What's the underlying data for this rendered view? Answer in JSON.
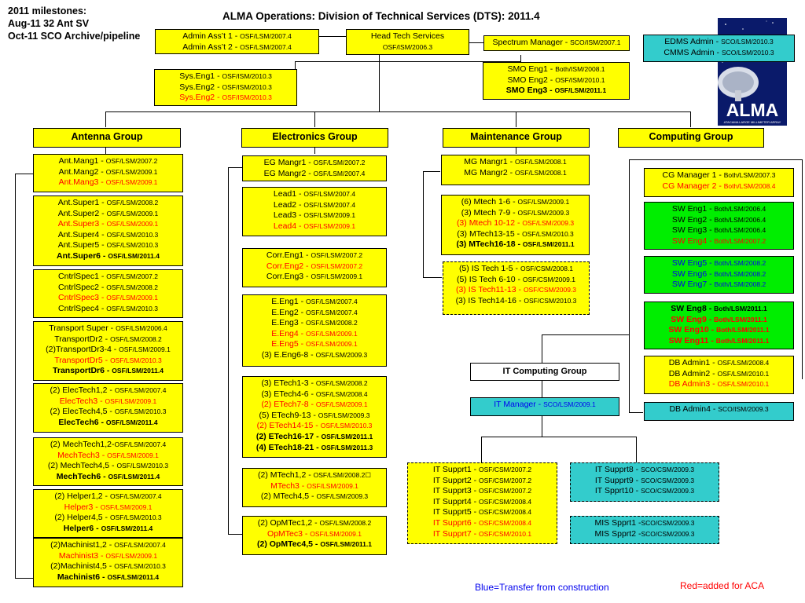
{
  "title": "ALMA Operations: Division of Technical Services (DTS): 2011.4",
  "milestones": [
    "2011 milestones:",
    "Aug-11 32 Ant SV",
    "Oct-11 SCO Archive/pipeline"
  ],
  "logo": {
    "text": "ALMA",
    "subtext": "ATACAMA LARGE MILLIMETER ARRAY"
  },
  "legend": {
    "blue": "Blue=Transfer from construction",
    "red": "Red=added for ACA"
  },
  "colors": {
    "yellow": "#ffff00",
    "green": "#00ee00",
    "teal": "#33cccc",
    "red": "#ff0000",
    "blue": "#0000ee",
    "logo": "#0a1a6a"
  },
  "groups": {
    "antenna": "Antenna Group",
    "electronics": "Electronics Group",
    "maintenance": "Maintenance Group",
    "computing": "Computing Group",
    "it_computing": "IT Computing Group"
  },
  "boxes": {
    "admin": [
      {
        "t": "Admin Ass’t 1 - ",
        "s": "OSF/LSM/2007.4"
      },
      {
        "t": "Admin Ass’t 2 - ",
        "s": "OSF/LSM/2007.4"
      }
    ],
    "head": [
      {
        "t": "Head Tech Services",
        "s": ""
      },
      {
        "t": "",
        "s": "OSF/ISM/2006.3"
      }
    ],
    "spectrum": [
      {
        "t": "Spectrum Manager - ",
        "s": "SCO/ISM/2007.1"
      }
    ],
    "edms": [
      {
        "t": "EDMS Admin - ",
        "s": "SCO/LSM/2010.3"
      },
      {
        "t": "CMMS Admin - ",
        "s": "SCO/LSM/2010.3"
      }
    ],
    "syseng": [
      {
        "t": "Sys.Eng1 - ",
        "s": "OSF/ISM/2010.3"
      },
      {
        "t": "Sys.Eng2 - ",
        "s": "OSF/ISM/2010.3"
      },
      {
        "t": "Sys.Eng2 - ",
        "s": "OSF/ISM/2010.3",
        "c": "red"
      }
    ],
    "smo": [
      {
        "t": "SMO Eng1 - ",
        "s": "Both/ISM/2008.1"
      },
      {
        "t": "SMO Eng2 - ",
        "s": "OSF/ISM/2010.1"
      },
      {
        "t": "SMO Eng3 - ",
        "s": "OSF/LSM/2011.1",
        "b": true
      }
    ],
    "ant1": [
      {
        "t": "Ant.Mang1 - ",
        "s": "OSF/LSM/2007.2"
      },
      {
        "t": "Ant.Mang2 - ",
        "s": "OSF/LSM/2009.1"
      },
      {
        "t": "Ant.Mang3 - ",
        "s": "OSF/LSM/2009.1",
        "c": "red"
      }
    ],
    "ant2": [
      {
        "t": "Ant.Super1 - ",
        "s": "OSF/LSM/2008.2"
      },
      {
        "t": "Ant.Super2 - ",
        "s": "OSF/LSM/2009.1"
      },
      {
        "t": "Ant.Super3 - ",
        "s": "OSF/LSM/2009.1",
        "c": "red"
      },
      {
        "t": "Ant.Super4 - ",
        "s": "OSF/LSM/2010.3"
      },
      {
        "t": "Ant.Super5 - ",
        "s": "OSF/LSM/2010.3"
      },
      {
        "t": "Ant.Super6 - ",
        "s": "OSF/LSM/2011.4",
        "b": true
      }
    ],
    "ant3": [
      {
        "t": "CntrlSpec1 - ",
        "s": "OSF/LSM/2007.2"
      },
      {
        "t": "CntrlSpec2 - ",
        "s": "OSF/LSM/2008.2"
      },
      {
        "t": "CntrlSpec3 - ",
        "s": "OSF/LSM/2009.1",
        "c": "red"
      },
      {
        "t": "CntrlSpec4 - ",
        "s": "OSF/LSM/2010.3"
      }
    ],
    "ant4": [
      {
        "t": "Transport Super - ",
        "s": "OSF/LSM/2006.4"
      },
      {
        "t": "TransportDr2 - ",
        "s": "OSF/LSM/2008.2"
      },
      {
        "t": "(2)TransportDr3-4 - ",
        "s": "OSF/LSM/2009.1"
      },
      {
        "t": "TransportDr5 - ",
        "s": "OSF/LSM/2010.3",
        "c": "red"
      },
      {
        "t": "TransportDr6 - ",
        "s": "OSF/LSM/2011.4",
        "b": true
      }
    ],
    "ant5": [
      {
        "t": "(2) ElecTech1,2 - ",
        "s": "OSF/LSM/2007.4"
      },
      {
        "t": "ElecTech3 - ",
        "s": "OSF/LSM/2009.1",
        "c": "red"
      },
      {
        "t": "(2) ElecTech4,5 - ",
        "s": "OSF/LSM/2010.3"
      },
      {
        "t": "ElecTech6 - ",
        "s": "OSF/LSM/2011.4",
        "b": true
      }
    ],
    "ant6": [
      {
        "t": "(2) MechTech1,2-",
        "s": "OSF/LSM/2007.4"
      },
      {
        "t": "MechTech3 - ",
        "s": "OSF/LSM/2009.1",
        "c": "red"
      },
      {
        "t": "(2) MechTech4,5 - ",
        "s": "OSF/LSM/2010.3"
      },
      {
        "t": "MechTech6 - ",
        "s": "OSF/LSM/2011.4",
        "b": true
      }
    ],
    "ant7": [
      {
        "t": "(2) Helper1,2 - ",
        "s": "OSF/LSM/2007.4"
      },
      {
        "t": "Helper3 - ",
        "s": "OSF/LSM/2009.1",
        "c": "red"
      },
      {
        "t": "(2) Helper4,5 - ",
        "s": "OSF/LSM/2010.3"
      },
      {
        "t": "Helper6 - ",
        "s": "OSF/LSM/2011.4",
        "b": true
      }
    ],
    "ant8": [
      {
        "t": "(2)Machinist1,2 - ",
        "s": "OSF/LSM/2007.4"
      },
      {
        "t": "Machinist3 - ",
        "s": "OSF/LSM/2009.1",
        "c": "red"
      },
      {
        "t": "(2)Machinist4,5 - ",
        "s": "OSF/LSM/2010.3"
      },
      {
        "t": "Machinist6 - ",
        "s": "OSF/LSM/2011.4",
        "b": true
      }
    ],
    "elec1": [
      {
        "t": "EG Mangr1 - ",
        "s": "OSF/LSM/2007.2"
      },
      {
        "t": "EG Mangr2 - ",
        "s": "OSF/LSM/2007.4"
      }
    ],
    "elec2": [
      {
        "t": "Lead1 - ",
        "s": "OSF/LSM/2007.4"
      },
      {
        "t": "Lead2 - ",
        "s": "OSF/LSM/2007.4"
      },
      {
        "t": "Lead3 - ",
        "s": "OSF/LSM/2009.1"
      },
      {
        "t": "Lead4 - ",
        "s": "OSF/LSM/2009.1",
        "c": "red"
      }
    ],
    "elec3": [
      {
        "t": "Corr.Eng1 - ",
        "s": "OSF/LSM/2007.2"
      },
      {
        "t": "Corr.Eng2 - ",
        "s": "OSF/LSM/2007.2",
        "c": "red"
      },
      {
        "t": "Corr.Eng3 - ",
        "s": "OSF/LSM/2009.1"
      }
    ],
    "elec4": [
      {
        "t": "E.Eng1 - ",
        "s": "OSF/LSM/2007.4"
      },
      {
        "t": "E.Eng2 - ",
        "s": "OSF/LSM/2007.4"
      },
      {
        "t": "E.Eng3 - ",
        "s": "OSF/LSM/2008.2"
      },
      {
        "t": "E.Eng4 - ",
        "s": "OSF/LSM/2009.1",
        "c": "red"
      },
      {
        "t": "E.Eng5 - ",
        "s": "OSF/LSM/2009.1",
        "c": "red"
      },
      {
        "t": "(3) E.Eng6-8 - ",
        "s": "OSF/LSM/2009.3"
      }
    ],
    "elec5": [
      {
        "t": "(3) ETech1-3 - ",
        "s": "OSF/LSM/2008.2"
      },
      {
        "t": "(3) ETech4-6 - ",
        "s": "OSF/LSM/2008.4"
      },
      {
        "t": "(2) ETech7-8 - ",
        "s": "OSF/LSM/2009.1",
        "c": "red"
      },
      {
        "t": "(5) ETech9-13 - ",
        "s": "OSF/LSM/2009.3"
      },
      {
        "t": "(2) ETech14-15 - ",
        "s": "OSF/LSM/2010.3",
        "c": "red"
      },
      {
        "t": "(2) ETech16-17 - ",
        "s": "OSF/LSM/2011.1",
        "b": true
      },
      {
        "t": "(4) ETech18-21 - ",
        "s": "OSF/LSM/2011.3",
        "b": true
      }
    ],
    "elec6": [
      {
        "t": "(2) MTech1,2 - ",
        "s": "OSF/LSM/2008.2☐"
      },
      {
        "t": "MTech3 - ",
        "s": "OSF/LSM/2009.1",
        "c": "red"
      },
      {
        "t": "(2) MTech4,5 - ",
        "s": "OSF/LSM/2009.3"
      }
    ],
    "elec7": [
      {
        "t": "(2) OpMTec1,2 - ",
        "s": "OSF/LSM/2008.2"
      },
      {
        "t": "OpMTec3 - ",
        "s": "OSF/LSM/2009.1",
        "c": "red"
      },
      {
        "t": "(2) OpMTec4,5 - ",
        "s": "OSF/LSM/2011.1",
        "b": true
      }
    ],
    "mnt1": [
      {
        "t": "MG Mangr1 - ",
        "s": "OSF/LSM/2008.1"
      },
      {
        "t": "MG Mangr2 - ",
        "s": "OSF/LSM/2008.1"
      }
    ],
    "mnt2": [
      {
        "t": "(6) Mtech 1-6 - ",
        "s": "OSF/LSM/2009.1"
      },
      {
        "t": "(3) Mtech 7-9 - ",
        "s": "OSF/LSM/2009.3"
      },
      {
        "t": "(3) Mtech 10-12 - ",
        "s": "OSF/LSM/2009.3",
        "c": "red"
      },
      {
        "t": "(3) MTech13-15 - ",
        "s": "OSF/LSM/2010.3"
      },
      {
        "t": "(3) MTech16-18 - ",
        "s": "OSF/LSM/2011.1",
        "b": true
      }
    ],
    "mnt3": [
      {
        "t": "(5) IS Tech 1-5 - ",
        "s": "OSF/CSM/2008.1"
      },
      {
        "t": "(5) IS Tech 6-10 - ",
        "s": "OSF/CSM/2009.1"
      },
      {
        "t": "(3) IS Tech11-13 - ",
        "s": "OSF/CSM/2009.3",
        "c": "red"
      },
      {
        "t": "(3) IS Tech14-16 - ",
        "s": "OSF/CSM/2010.3"
      }
    ],
    "cmp1": [
      {
        "t": "CG Manager 1 - ",
        "s": "Both/LSM/2007.3"
      },
      {
        "t": "CG Manager 2 - ",
        "s": "Both/LSM/2008.4",
        "c": "red"
      }
    ],
    "cmp2": [
      {
        "t": "SW Eng1 - ",
        "s": "Both/LSM/2006.4"
      },
      {
        "t": "SW Eng2 - ",
        "s": "Both/LSM/2006.4"
      },
      {
        "t": "SW Eng3 - ",
        "s": "Both/LSM/2006.4"
      },
      {
        "t": "SW Eng4 - ",
        "s": "Both/LSM/2007.2",
        "c": "red"
      }
    ],
    "cmp3": [
      {
        "t": "SW Eng5 - ",
        "s": "Both/LSM/2008.2",
        "c": "blue"
      },
      {
        "t": "SW Eng6 - ",
        "s": "Both/LSM/2008.2",
        "c": "blue"
      },
      {
        "t": "SW Eng7 - ",
        "s": "Both/LSM/2008.2",
        "c": "blue"
      }
    ],
    "cmp4": [
      {
        "t": "SW Eng8 - ",
        "s": "Both/LSM/2011.1",
        "b": true
      },
      {
        "t": "SW Eng9 - ",
        "s": "Both/LSM/2011.1",
        "b": true,
        "c": "red"
      },
      {
        "t": "SW Eng10 - ",
        "s": "Both/LSM/2011.1",
        "b": true,
        "c": "red"
      },
      {
        "t": "SW Eng11 - ",
        "s": "Both/LSM/2011.1",
        "b": true,
        "c": "red"
      }
    ],
    "cmp5": [
      {
        "t": "DB Admin1 - ",
        "s": "OSF/LSM/2008.4"
      },
      {
        "t": "DB Admin2 - ",
        "s": "OSF/LSM/2010.1"
      },
      {
        "t": "DB Admin3 - ",
        "s": "OSF/LSM/2010.1",
        "c": "red"
      }
    ],
    "cmp6": [
      {
        "t": "DB Admin4 - ",
        "s": "SCO/ISM/2009.3"
      }
    ],
    "itmgr": [
      {
        "t": "IT Manager - ",
        "s": "SCO/LSM/2009.1",
        "c": "blue"
      }
    ],
    "it1": [
      {
        "t": "IT Supprt1 - ",
        "s": "OSF/CSM/2007.2"
      },
      {
        "t": "IT Supprt2 - ",
        "s": "OSF/CSM/2007.2"
      },
      {
        "t": "IT Supprt3 - ",
        "s": "OSF/CSM/2007.2"
      },
      {
        "t": "IT Supprt4 - ",
        "s": "OSF/CSM/2008.4"
      },
      {
        "t": "IT Supprt5 - ",
        "s": "OSF/CSM/2008.4"
      },
      {
        "t": "IT Supprt6 - ",
        "s": "OSF/CSM/2008.4",
        "c": "red"
      },
      {
        "t": "IT Supprt7 - ",
        "s": "OSF/CSM/2010.1",
        "c": "red"
      }
    ],
    "it2": [
      {
        "t": "IT Supprt8 - ",
        "s": "SCO/CSM/2009.3"
      },
      {
        "t": "IT Supprt9 - ",
        "s": "SCO/CSM/2009.3"
      },
      {
        "t": "IT Spprt10 - ",
        "s": "SCO/CSM/2009.3"
      }
    ],
    "it3": [
      {
        "t": "MIS Spprt1 -",
        "s": "SCO/CSM/2009.3"
      },
      {
        "t": "MIS Spprt2 -",
        "s": "SCO/CSM/2009.3"
      }
    ]
  }
}
